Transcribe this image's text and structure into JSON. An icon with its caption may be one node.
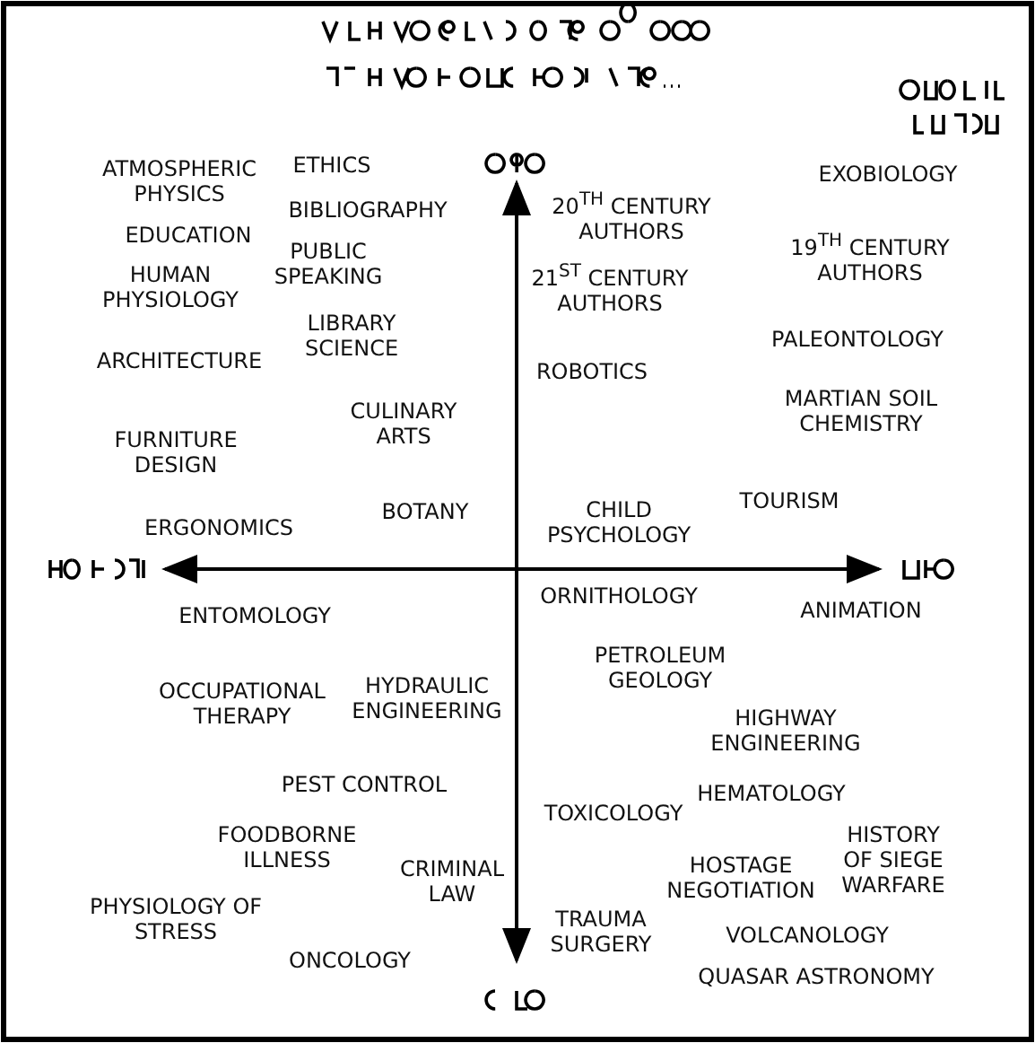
{
  "diagram": {
    "labels": [
      "ATMOSPHERIC PHYSICS",
      "ETHICS",
      "EXOBIOLOGY",
      "BIBLIOGRAPHY",
      "20$^{TH}$ CENTURY AUTHORS",
      "EDUCATION",
      "19$^{TH}$ CENTURY AUTHORS",
      "PUBLIC SPEAKING",
      "HUMAN PHYSIOLOGY",
      "21$^{ST}$ CENTURY AUTHORS",
      "LIBRARY SCIENCE",
      "PALEONTOLOGY",
      "ARCHITECTURE",
      "ROBOTICS",
      "MARTIAN SOIL CHEMISTRY",
      "CULINARY ARTS",
      "FURNITURE DESIGN",
      "TOURISM",
      "BOTANY",
      "CHILD PSYCHOLOGY",
      "ERGONOMICS",
      "ORNITHOLOGY",
      "ENTOMOLOGY",
      "ANIMATION",
      "PETROLEUM GEOLOGY",
      "OCCUPATIONAL THERAPY",
      "HYDRAULIC ENGINEERING",
      "HIGHWAY ENGINEERING",
      "PEST CONTROL",
      "HEMATOLOGY",
      "TOXICOLOGY",
      "FOODBORNE ILLNESS",
      "HISTORY OF SIEGE WARFARE",
      "CRIMINAL LAW",
      "HOSTAGE NEGOTIATION",
      "PHYSIOLOGY OF STRESS",
      "TRAUMA SURGERY",
      "VOLCANOLOGY",
      "ONCOLOGY",
      "QUASAR ASTRONOMY"
    ]
  }
}
